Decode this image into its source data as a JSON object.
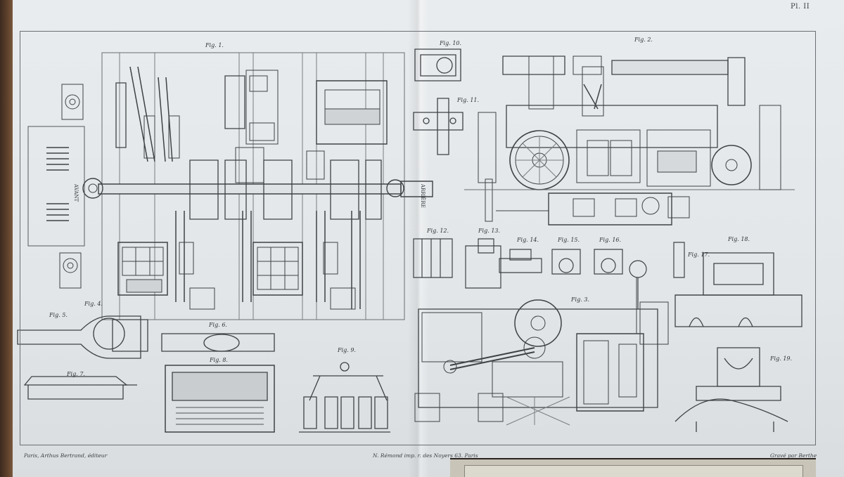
{
  "plate": {
    "number": "Pl. II",
    "figures": [
      {
        "id": "fig1",
        "label": "Fig. 1."
      },
      {
        "id": "fig2",
        "label": "Fig. 2."
      },
      {
        "id": "fig3",
        "label": "Fig. 3."
      },
      {
        "id": "fig4",
        "label": "Fig. 4."
      },
      {
        "id": "fig5",
        "label": "Fig. 5."
      },
      {
        "id": "fig6",
        "label": "Fig. 6."
      },
      {
        "id": "fig7",
        "label": "Fig. 7."
      },
      {
        "id": "fig8",
        "label": "Fig. 8."
      },
      {
        "id": "fig9",
        "label": "Fig. 9."
      },
      {
        "id": "fig10",
        "label": "Fig. 10."
      },
      {
        "id": "fig11",
        "label": "Fig. 11."
      },
      {
        "id": "fig12",
        "label": "Fig. 12."
      },
      {
        "id": "fig13",
        "label": "Fig. 13."
      },
      {
        "id": "fig14",
        "label": "Fig. 14."
      },
      {
        "id": "fig15",
        "label": "Fig. 15."
      },
      {
        "id": "fig16",
        "label": "Fig. 16."
      },
      {
        "id": "fig17",
        "label": "Fig. 17."
      },
      {
        "id": "fig18",
        "label": "Fig. 18."
      },
      {
        "id": "fig19",
        "label": "Fig. 19."
      }
    ],
    "side_labels": {
      "front": "AVANT",
      "back": "ARRIÈRE"
    },
    "credits": {
      "publisher": "Paris, Arthus Bertrand, éditeur",
      "printer": "N. Rémond imp. r. des Noyers 63. Paris",
      "engraver": "Gravé par Berthe"
    }
  }
}
